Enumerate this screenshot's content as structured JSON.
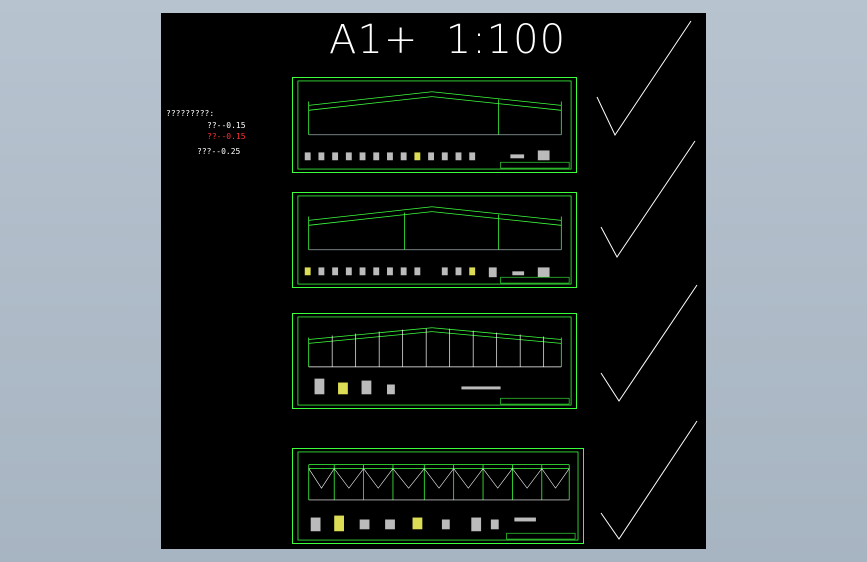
{
  "title": "A1+  1:100",
  "notes": [
    {
      "text": "?????????:",
      "color": "#ffffff"
    },
    {
      "text": "??--0.15",
      "color": "#ffffff"
    },
    {
      "text": "??--0.15",
      "color": "#ff3030"
    },
    {
      "text": "???--0.25",
      "color": "#ffffff"
    }
  ],
  "sheets": [
    {
      "id": 1,
      "checked": true
    },
    {
      "id": 2,
      "checked": true
    },
    {
      "id": 3,
      "checked": true
    },
    {
      "id": 4,
      "checked": true
    }
  ],
  "colors": {
    "background": "#000000",
    "frame": "#3cff3c",
    "check": "#ffffff",
    "highlight": "#ff3030"
  }
}
